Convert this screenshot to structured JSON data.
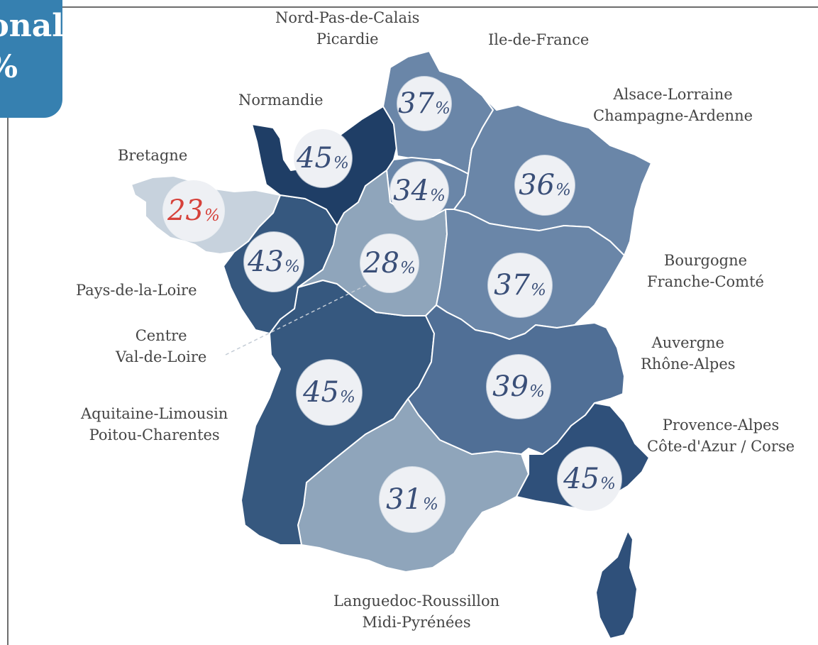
{
  "national": {
    "label": "onal",
    "value": "%"
  },
  "colors": {
    "frame": "#6d6d6d",
    "badge_bg": "#3680b0",
    "lowest_value_text": "#d6413a",
    "value_text": "#3a4f78",
    "bubble_bg": "#eef0f4",
    "sea_bg": "#ffffff"
  },
  "regions": [
    {
      "id": "nord",
      "label_lines": [
        "Nord-Pas-de-Calais",
        "Picardie"
      ],
      "value": "37",
      "unit": "%",
      "fill": "#6a86a8"
    },
    {
      "id": "idf",
      "label_lines": [
        "Ile-de-France"
      ],
      "value": "34",
      "unit": "%",
      "fill": "#6a86a8"
    },
    {
      "id": "alsace",
      "label_lines": [
        "Alsace-Lorraine",
        "Champagne-Ardenne"
      ],
      "value": "36",
      "unit": "%",
      "fill": "#6a86a8"
    },
    {
      "id": "normandie",
      "label_lines": [
        "Normandie"
      ],
      "value": "45",
      "unit": "%",
      "fill": "#1f3e66"
    },
    {
      "id": "bretagne",
      "label_lines": [
        "Bretagne"
      ],
      "value": "23",
      "unit": "%",
      "fill": "#c7d2dd",
      "lowest": true
    },
    {
      "id": "pdl",
      "label_lines": [
        "Pays-de-la-Loire"
      ],
      "value": "43",
      "unit": "%",
      "fill": "#36587f"
    },
    {
      "id": "centre",
      "label_lines": [
        "Centre",
        "Val-de-Loire"
      ],
      "value": "28",
      "unit": "%",
      "fill": "#8fa5bb"
    },
    {
      "id": "bourgogne",
      "label_lines": [
        "Bourgogne",
        "Franche-Comté"
      ],
      "value": "37",
      "unit": "%",
      "fill": "#6a86a8"
    },
    {
      "id": "auvergne",
      "label_lines": [
        "Auvergne",
        "Rhône-Alpes"
      ],
      "value": "39",
      "unit": "%",
      "fill": "#506f96"
    },
    {
      "id": "aquitaine",
      "label_lines": [
        "Aquitaine-Limousin",
        "Poitou-Charentes"
      ],
      "value": "45",
      "unit": "%",
      "fill": "#36587f"
    },
    {
      "id": "paca",
      "label_lines": [
        "Provence-Alpes",
        "Côte-d'Azur / Corse"
      ],
      "value": "45",
      "unit": "%",
      "fill": "#2f507a"
    },
    {
      "id": "languedoc",
      "label_lines": [
        "Languedoc-Roussillon",
        "Midi-Pyrénées"
      ],
      "value": "31",
      "unit": "%",
      "fill": "#8fa5bb"
    }
  ]
}
